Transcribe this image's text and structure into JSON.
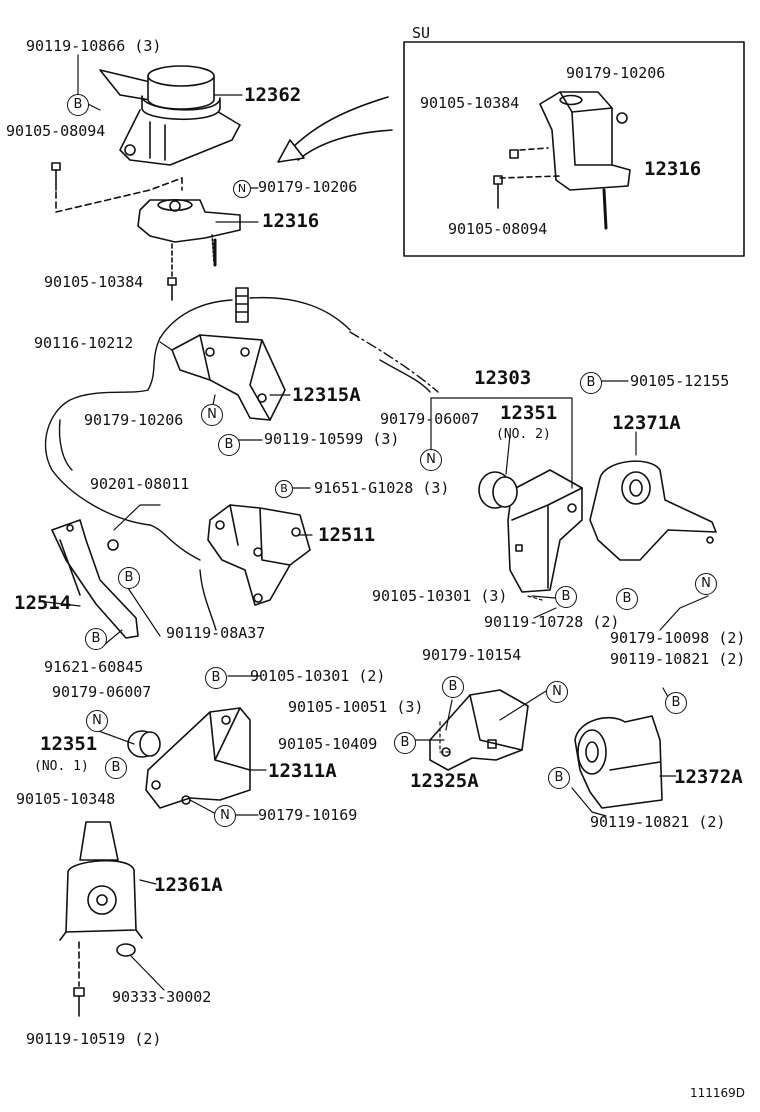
{
  "figure_id": "111169D",
  "inset": {
    "label": "SU",
    "parts": [
      "90179-10206",
      "90105-10384",
      "12316",
      "90105-08094"
    ]
  },
  "callout_marks": {
    "bolt": "B",
    "nut": "N"
  },
  "parts": {
    "p_90119_10866": "90119-10866 (3)",
    "p_12362": "12362",
    "p_90105_08094": "90105-08094",
    "p_90179_10206": "90179-10206",
    "p_12316": "12316",
    "p_90105_10384": "90105-10384",
    "p_90116_10212": "90116-10212",
    "p_12315A": "12315A",
    "p_90179_10206b": "90179-10206",
    "p_90119_10599": "90119-10599 (3)",
    "p_12303": "12303",
    "p_90105_12155": "90105-12155",
    "p_90179_06007": "90179-06007",
    "p_12351_no2": "12351",
    "p_no2": "(NO. 2)",
    "p_12371A": "12371A",
    "p_90201_08011": "90201-08011",
    "p_91651_G1028": "91651-G1028 (3)",
    "p_12511": "12511",
    "p_12514": "12514",
    "p_90119_08A37": "90119-08A37",
    "p_90105_10301_3": "90105-10301 (3)",
    "p_90119_10728": "90119-10728 (2)",
    "p_90179_10098": "90179-10098 (2)",
    "p_90119_10821_top": "90119-10821 (2)",
    "p_91621_60845": "91621-60845",
    "p_90179_06007b": "90179-06007",
    "p_90105_10301_2": "90105-10301 (2)",
    "p_90179_10154": "90179-10154",
    "p_90105_10051": "90105-10051 (3)",
    "p_12351_no1": "12351",
    "p_no1": "(NO. 1)",
    "p_90105_10409": "90105-10409",
    "p_12311A": "12311A",
    "p_12325A": "12325A",
    "p_12372A": "12372A",
    "p_90105_10348": "90105-10348",
    "p_90179_10169": "90179-10169",
    "p_90119_10821_bot": "90119-10821 (2)",
    "p_12361A": "12361A",
    "p_90333_30002": "90333-30002",
    "p_90119_10519": "90119-10519 (2)"
  }
}
